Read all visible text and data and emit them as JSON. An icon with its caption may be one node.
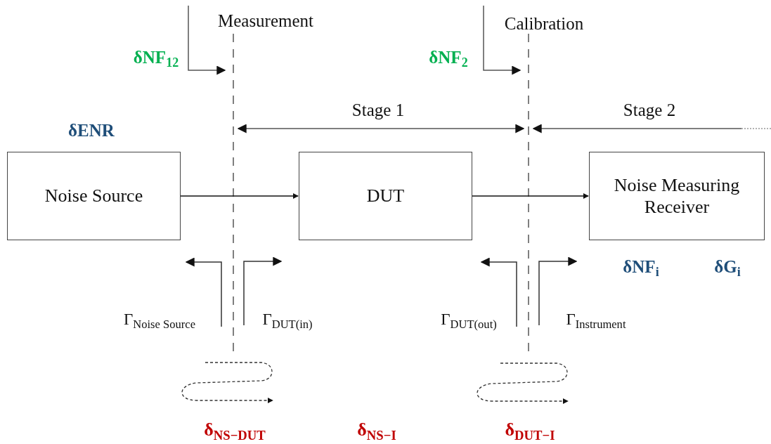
{
  "diagram": {
    "nodes": [
      {
        "text": [
          "Noise Source"
        ]
      },
      {
        "text": [
          "DUT"
        ]
      },
      {
        "text": [
          "Noise Measuring Receiver"
        ]
      }
    ],
    "edges": [
      {
        "from": 0,
        "to": 1,
        "arrow": "to"
      },
      {
        "from": 1,
        "to": 2,
        "arrow": "to"
      }
    ],
    "labels": [
      "Measurement",
      "Calibration",
      "δNF$_{12}$",
      "δNF$_{2}$",
      "Stage 1",
      "Stage 2",
      "δENR",
      "δNF$_{i}$",
      "δG$_{i}$",
      "Γ$_{Noise Source}$",
      "Γ$_{DUT(in)}$",
      "Γ$_{DUT(out)}$",
      "Γ$_{Instrument}$",
      "δ$_{NS−DUT}$",
      "δ$_{NS−I}$",
      "δ$_{DUT−I}$"
    ]
  }
}
